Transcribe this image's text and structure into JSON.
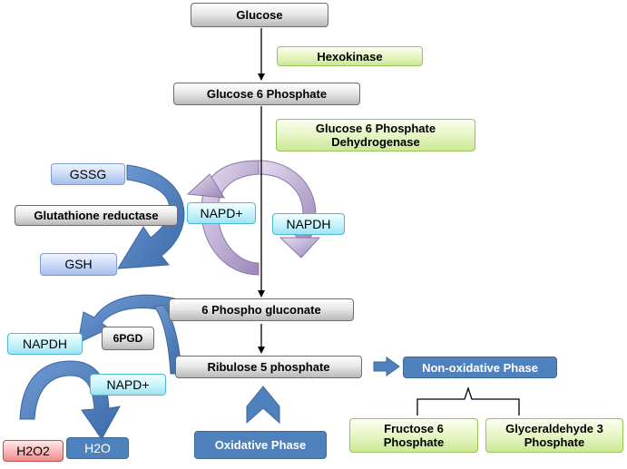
{
  "nodes": {
    "glucose": "Glucose",
    "hexokinase": "Hexokinase",
    "g6p": "Glucose 6 Phosphate",
    "g6pd_line1": "Glucose 6 Phosphate",
    "g6pd_line2": "Dehydrogenase",
    "gssg": "GSSG",
    "glutathione_reductase": "Glutathione reductase",
    "napd_plus_1": "NAPD+",
    "napdh_1": "NAPDH",
    "gsh": "GSH",
    "phospho_gluconate": "6 Phospho gluconate",
    "napdh_2": "NAPDH",
    "sixpgd": "6PGD",
    "ribulose": "Ribulose 5 phosphate",
    "non_oxidative": "Non-oxidative Phase",
    "napd_plus_2": "NAPD+",
    "h2o2": "H2O2",
    "h2o": "H2O",
    "oxidative": "Oxidative Phase",
    "fructose_line1": "Fructose 6",
    "fructose_line2": "Phosphate",
    "glyceraldehyde_line1": "Glyceraldehyde 3",
    "glyceraldehyde_line2": "Phosphate"
  },
  "colors": {
    "flow_arrow": "#4f81bd",
    "cycle_arrow": "#b3a2c7",
    "line": "#000000"
  }
}
